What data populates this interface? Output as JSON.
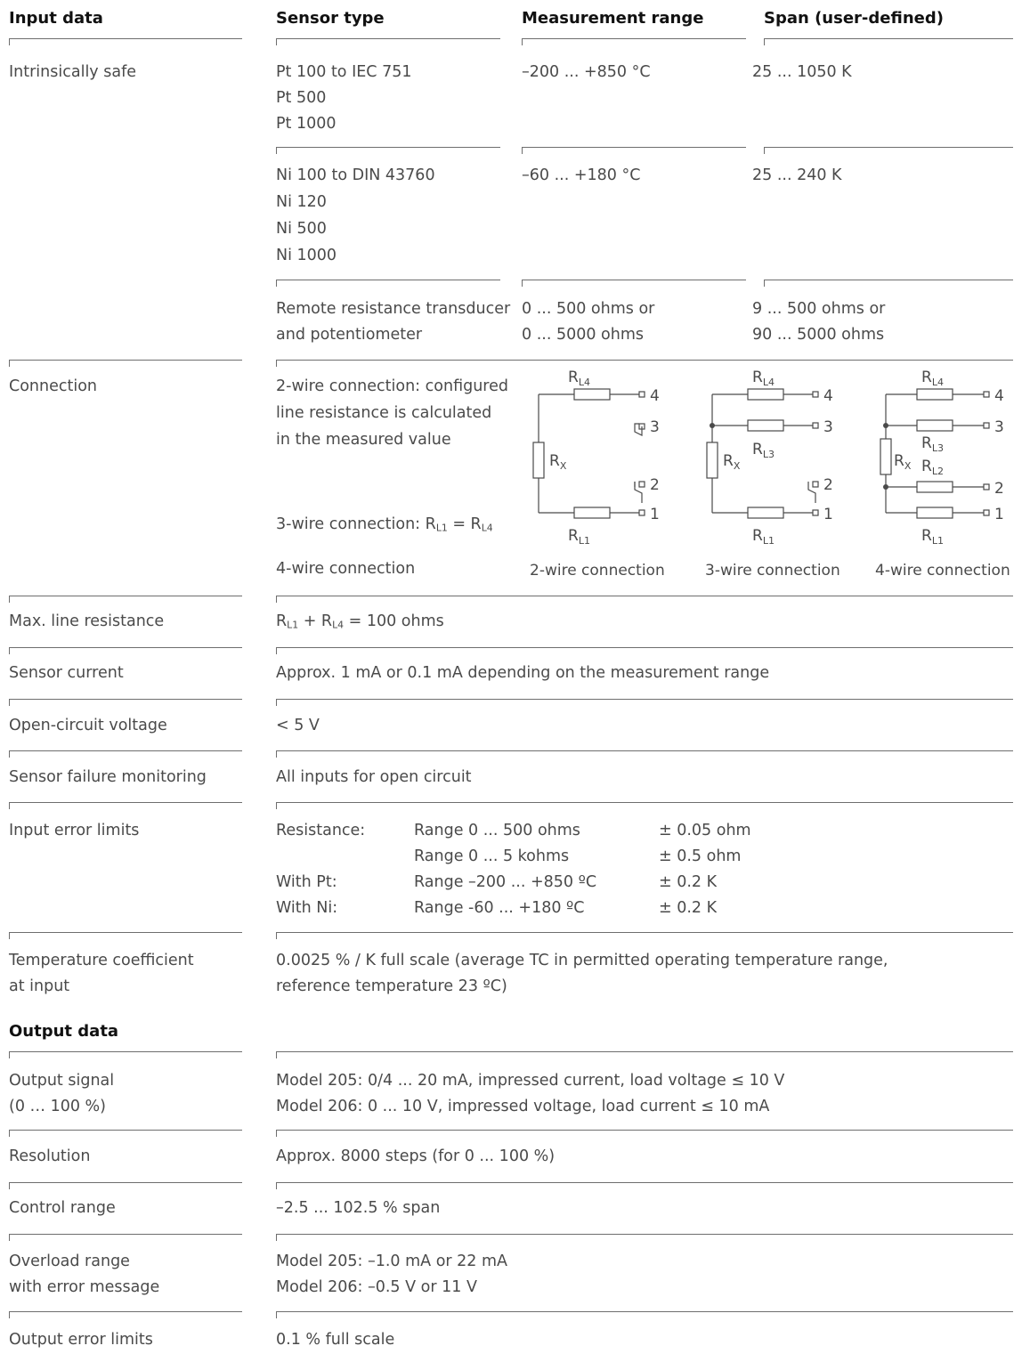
{
  "input": {
    "heading": "Input data",
    "col_sensor_type": "Sensor type",
    "col_measurement_range": "Measurement range",
    "col_span": "Span (user-defined)",
    "intrinsically_safe": "Intrinsically safe",
    "pt": {
      "types": [
        "Pt 100 to IEC 751",
        "Pt 500",
        "Pt 1000"
      ],
      "range": "–200 ... +850 °C",
      "span": "25 ... 1050 K"
    },
    "ni": {
      "types": [
        "Ni 100 to DIN 43760",
        "Ni 120",
        "Ni 500",
        "Ni 1000"
      ],
      "range": "–60 ... +180 °C",
      "span": "25 ... 240 K"
    },
    "remote": {
      "types": [
        "Remote resistance transducer",
        "and potentiometer"
      ],
      "range": [
        "0 ... 500 ohms or",
        "0 ... 5000 ohms"
      ],
      "span": [
        "9 ... 500 ohms or",
        "90 ... 5000 ohms"
      ]
    },
    "connection": {
      "label": "Connection",
      "two_wire_desc": [
        "2-wire connection: configured",
        "line resistance is calculated",
        "in the measured value"
      ],
      "three_wire_prefix": "3-wire connection: R",
      "three_wire_sub1": "L1",
      "three_wire_eq": " = R",
      "three_wire_sub2": "L4",
      "four_wire_desc": "4-wire connection",
      "diagram_captions": [
        "2-wire connection",
        "3-wire connection",
        "4-wire connection"
      ],
      "labels": {
        "rl4": "L4",
        "rl3": "L3",
        "rl2": "L2",
        "rl1": "L1",
        "rx": "X",
        "r": "R"
      },
      "terminals": [
        "4",
        "3",
        "2",
        "1"
      ]
    },
    "max_line_resistance": {
      "label": "Max. line resistance",
      "r": "R",
      "s1": "L1",
      "plus": " + R",
      "s2": "L4",
      "rest": " = 100 ohms"
    },
    "sensor_current": {
      "label": "Sensor current",
      "value": "Approx. 1 mA or 0.1 mA depending on the measurement range"
    },
    "open_circuit": {
      "label": "Open-circuit voltage",
      "value": "< 5 V"
    },
    "failure": {
      "label": "Sensor failure monitoring",
      "value": "All inputs for open circuit"
    },
    "error_limits": {
      "label": "Input error limits",
      "rows": [
        [
          "Resistance:",
          "Range 0 ... 500 ohms",
          "± 0.05 ohm"
        ],
        [
          "",
          "Range 0 ... 5 kohms",
          "± 0.5 ohm"
        ],
        [
          "With Pt:",
          "Range –200 ... +850 ºC",
          "± 0.2 K"
        ],
        [
          "With Ni:",
          "Range -60 ... +180 ºC",
          "± 0.2 K"
        ]
      ]
    },
    "temp_coeff": {
      "label": [
        "Temperature coefficient",
        "at input"
      ],
      "value": [
        "0.0025 % / K full scale (average TC in permitted operating temperature range,",
        "reference temperature 23 ºC)"
      ]
    }
  },
  "output": {
    "heading": "Output data",
    "signal": {
      "label": [
        "Output signal",
        "(0 … 100 %)"
      ],
      "value": [
        "Model 205: 0/4 ... 20 mA, impressed current, load voltage ≤ 10 V",
        "Model 206: 0 ... 10 V, impressed voltage, load current ≤ 10 mA"
      ]
    },
    "resolution": {
      "label": "Resolution",
      "value": "Approx. 8000 steps (for 0 ... 100 %)"
    },
    "control": {
      "label": "Control range",
      "value": "–2.5 ... 102.5 % span"
    },
    "overload": {
      "label": [
        "Overload range",
        "with error message"
      ],
      "value": [
        "Model 205: –1.0 mA or 22 mA",
        "Model 206: –0.5 V or 11 V"
      ]
    },
    "output_error": {
      "label": "Output error limits",
      "value": "0.1 % full scale"
    }
  }
}
